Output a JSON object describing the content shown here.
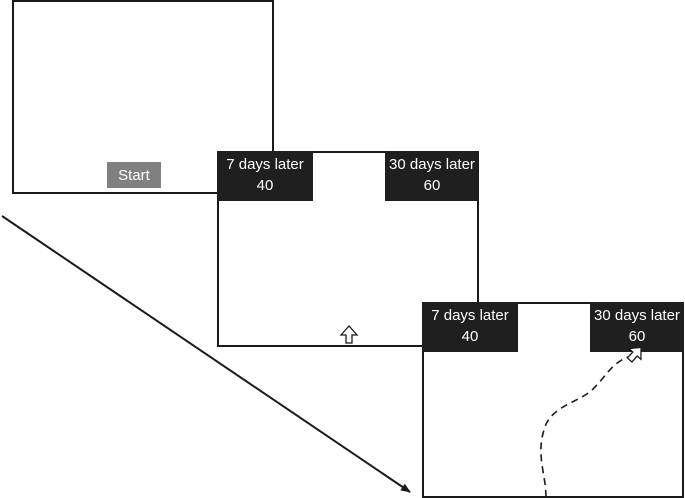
{
  "screen1": {
    "start_label": "Start"
  },
  "screen2": {
    "left_option": {
      "delay": "7 days later",
      "amount": "40"
    },
    "right_option": {
      "delay": "30 days later",
      "amount": "60"
    }
  },
  "screen3": {
    "left_option": {
      "delay": "7 days later",
      "amount": "40"
    },
    "right_option": {
      "delay": "30 days later",
      "amount": "60"
    }
  },
  "icons": {
    "cursor": "up-arrow-icon",
    "timeline": "arrow-icon"
  }
}
